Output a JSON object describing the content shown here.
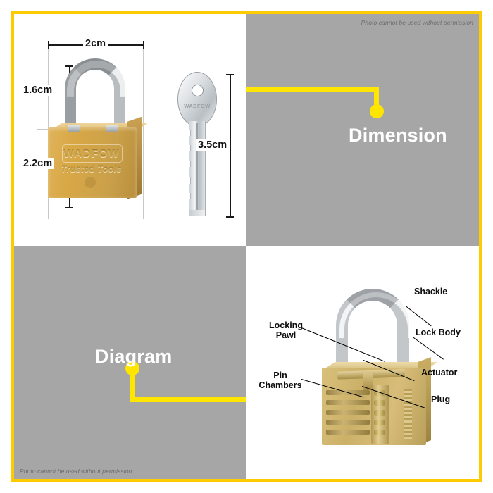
{
  "colors": {
    "accent_border": "#FCCB00",
    "connector_yellow": "#FFE500",
    "panel_gray": "#a6a6a6",
    "panel_white": "#ffffff",
    "label_black": "#0d0d0d"
  },
  "watermarks": {
    "top_right": "Photo cannot be used without permission",
    "bottom_left": "Photo cannot be used without permission"
  },
  "panels": {
    "dimension": {
      "title": "Dimension",
      "product_brand": "WADFOW",
      "product_tagline": "Trusted Tools",
      "key_brand": "WADFOW",
      "measurements": [
        {
          "name": "width",
          "label": "2cm",
          "orientation": "horizontal",
          "target": "padlock-body-width"
        },
        {
          "name": "shackle-height",
          "label": "1.6cm",
          "orientation": "vertical",
          "target": "padlock-shackle"
        },
        {
          "name": "body-height",
          "label": "2.2cm",
          "orientation": "vertical",
          "target": "padlock-body"
        },
        {
          "name": "key-length",
          "label": "3.5cm",
          "orientation": "vertical",
          "target": "key"
        }
      ]
    },
    "diagram": {
      "title": "Diagram",
      "callouts": [
        {
          "name": "shackle",
          "label": "Shackle"
        },
        {
          "name": "locking-pawl",
          "label": "Locking\nPawl"
        },
        {
          "name": "lock-body",
          "label": "Lock Body"
        },
        {
          "name": "pin-chambers",
          "label": "Pin\nChambers"
        },
        {
          "name": "actuator",
          "label": "Actuator"
        },
        {
          "name": "plug",
          "label": "Plug"
        }
      ]
    }
  }
}
